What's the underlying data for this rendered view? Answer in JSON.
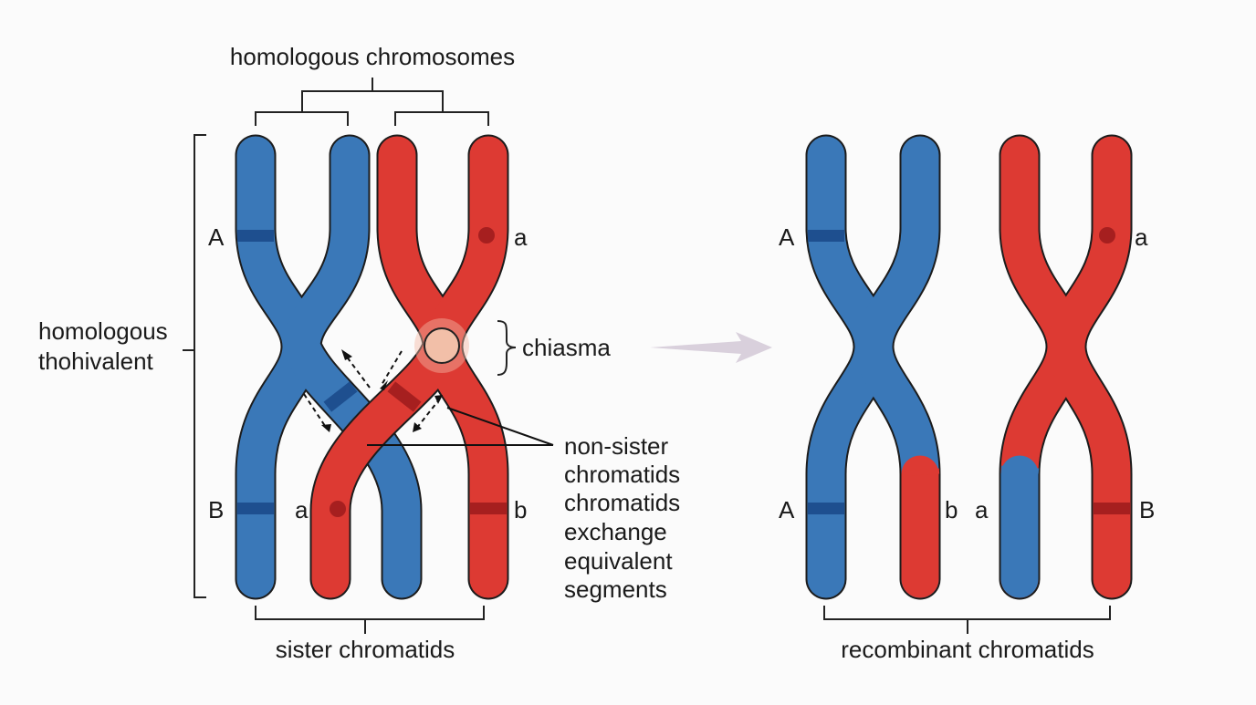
{
  "labels": {
    "homologous_chromosomes": "homologous chromosomes",
    "homologous_line1": "homologous",
    "homologous_line2": "thohivalent",
    "chiasma": "chiasma",
    "sister_chromatids": "sister chromatids",
    "recombinant_chromatids": "recombinant chromatids",
    "nonsister_lines": [
      "non-sister",
      "chromatids",
      "chromatids",
      "exchange",
      "equivalent",
      "segments"
    ]
  },
  "alleles": {
    "left_blue_top": "A",
    "left_blue_bottom": "B",
    "left_red_top": "a",
    "left_red_cross": "a",
    "left_red_bottom": "b",
    "right_blue_top": "A",
    "right_blue_bottom": "A",
    "right_red_cross": "b",
    "right_blue_cross": "a",
    "right_red_top": "a",
    "right_red_bottom": "B"
  },
  "colors": {
    "blue": "#3a78b8",
    "red": "#dd3a33",
    "blue_band": "#1e4f8f",
    "red_band": "#a61f1f",
    "chiasma_fill": "#f2bfa8",
    "arrow": "#d9d0dc"
  }
}
